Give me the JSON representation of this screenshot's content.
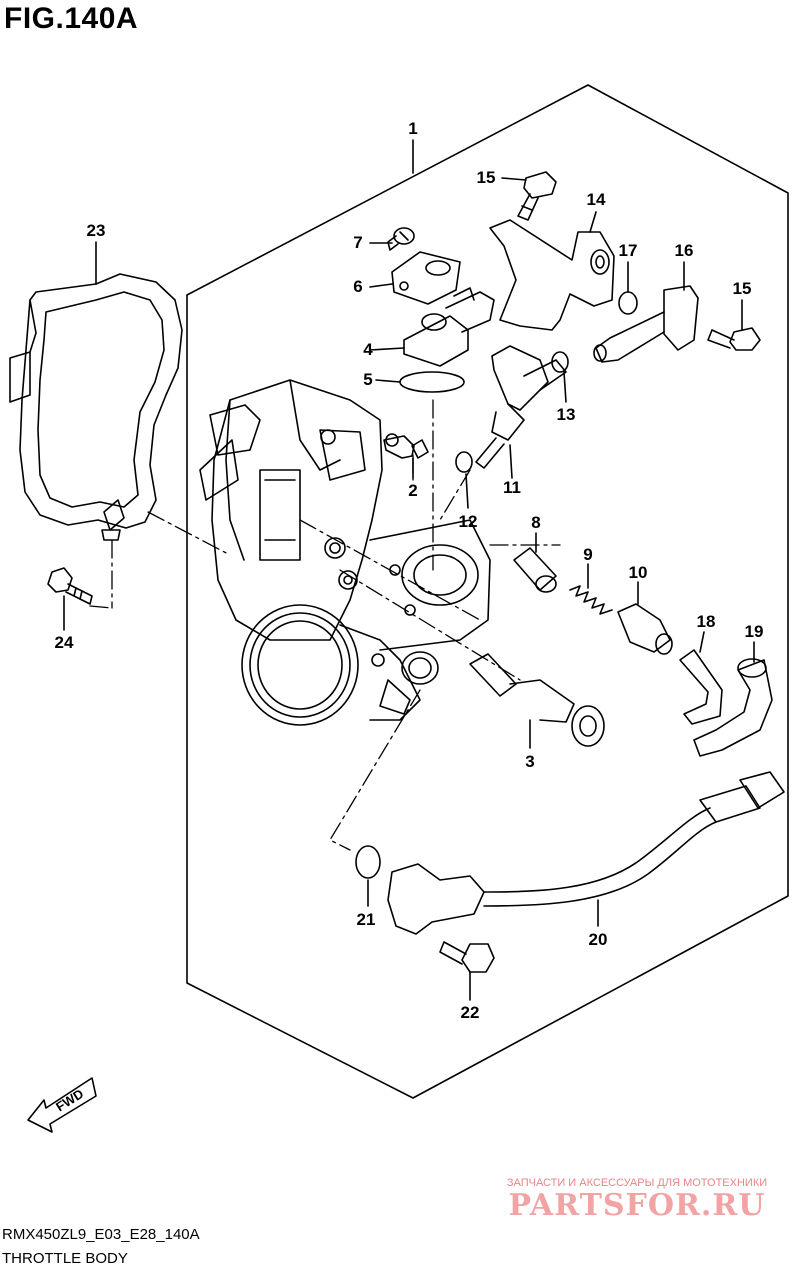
{
  "figure": {
    "title": "FIG.140A"
  },
  "footer": {
    "model_code": "RMX450ZL9_E03_E28_140A",
    "caption": "THROTTLE BODY"
  },
  "watermark": {
    "tagline": "ЗАПЧАСТИ И АКСЕССУАРЫ ДЛЯ МОТОТЕХНИКИ",
    "logo": "PARTSFOR.RU"
  },
  "fwd_label": "FWD",
  "callouts": {
    "c1": "1",
    "c2": "2",
    "c3": "3",
    "c4": "4",
    "c5": "5",
    "c6": "6",
    "c7": "7",
    "c8": "8",
    "c9": "9",
    "c10": "10",
    "c11": "11",
    "c12": "12",
    "c13": "13",
    "c14": "14",
    "c15a": "15",
    "c15b": "15",
    "c16": "16",
    "c17": "17",
    "c18": "18",
    "c19": "19",
    "c20": "20",
    "c21": "21",
    "c22": "22",
    "c23": "23",
    "c24": "24"
  }
}
